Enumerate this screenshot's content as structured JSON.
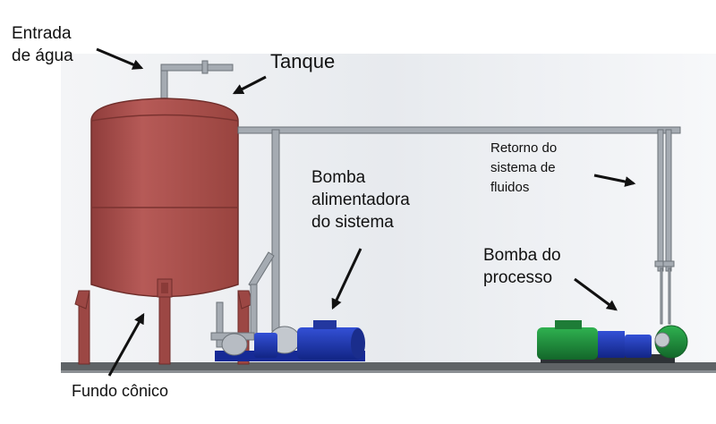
{
  "labels": {
    "water_inlet": [
      "Entrada",
      "de água"
    ],
    "tank": "Tanque",
    "feed_pump": [
      "Bomba",
      "alimentadora",
      "do sistema"
    ],
    "fluid_return": [
      "Retorno do",
      "sistema de",
      "fluidos"
    ],
    "process_pump": [
      "Bomba do",
      "processo"
    ],
    "conical_bottom": "Fundo cônico"
  },
  "colors": {
    "tank": "#b0514f",
    "pump_blue": "#1c33a8",
    "motor_green": "#1f8a3b",
    "pipe": "#9ea4ac",
    "floor": "#5f6366"
  }
}
